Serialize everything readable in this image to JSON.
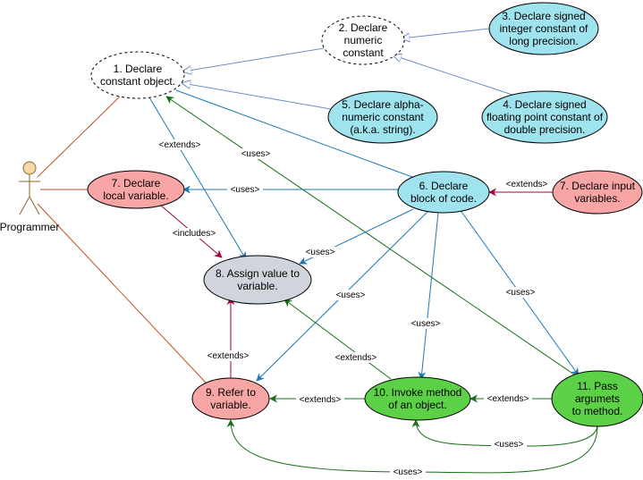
{
  "actor": {
    "label": "Programmer"
  },
  "nodes": {
    "n1": {
      "lines": [
        "1. Declare",
        "constant object."
      ]
    },
    "n2": {
      "lines": [
        "2. Declare",
        "numeric",
        "constant"
      ]
    },
    "n3": {
      "lines": [
        "3. Declare signed",
        "integer constant of",
        "long precision."
      ]
    },
    "n4": {
      "lines": [
        "4. Declare signed",
        "floating point constant of",
        "double precision."
      ]
    },
    "n5": {
      "lines": [
        "5. Declare alpha-",
        "numeric constant",
        "(a.k.a. string)."
      ]
    },
    "n6": {
      "lines": [
        "6. Declare",
        "block of code."
      ]
    },
    "n7a": {
      "lines": [
        "7. Declare",
        "local variable."
      ]
    },
    "n7b": {
      "lines": [
        "7. Declare input",
        "variables."
      ]
    },
    "n8": {
      "lines": [
        "8. Assign value to",
        "variable."
      ]
    },
    "n9": {
      "lines": [
        "9. Refer to",
        "variable."
      ]
    },
    "n10": {
      "lines": [
        "10. Invoke method",
        "of an object."
      ]
    },
    "n11": {
      "lines": [
        "11. Pass",
        "argumets",
        "to method."
      ]
    }
  },
  "edge_labels": {
    "extends": "<extends>",
    "uses": "<uses>",
    "includes": "<includes>"
  },
  "colors": {
    "inheritance": "#6c8ebf",
    "uses_blue": "#1f78b4",
    "green": "#1a6e1a",
    "crimson": "#a50040",
    "actor_line": "#c0501f",
    "cyan_fill": "#9fe3ee",
    "red_fill": "#f8a5a5",
    "green_fill": "#5cd147",
    "gray_fill": "#d0d5dc",
    "actor_fill": "#f6d8a8"
  }
}
